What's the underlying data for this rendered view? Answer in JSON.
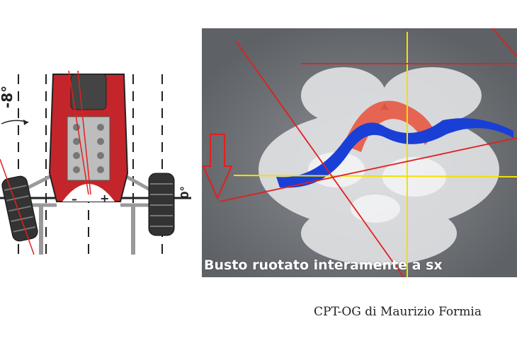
{
  "left_figure": {
    "camber_label_left": "-8°",
    "camber_label_right": "0°",
    "sign_minus": "–",
    "sign_plus": "+"
  },
  "right_figure": {
    "caption": "Busto ruotato interamente a sx"
  },
  "credit": "CPT-OG di Maurizio Formia",
  "colors": {
    "car_red": "#c4252a",
    "guide_red": "#e02020",
    "guide_yellow": "#f5e000",
    "spine_blue": "#1a3fd6",
    "rib_red": "#e8503a",
    "panel_bg": "#6b6e72"
  }
}
